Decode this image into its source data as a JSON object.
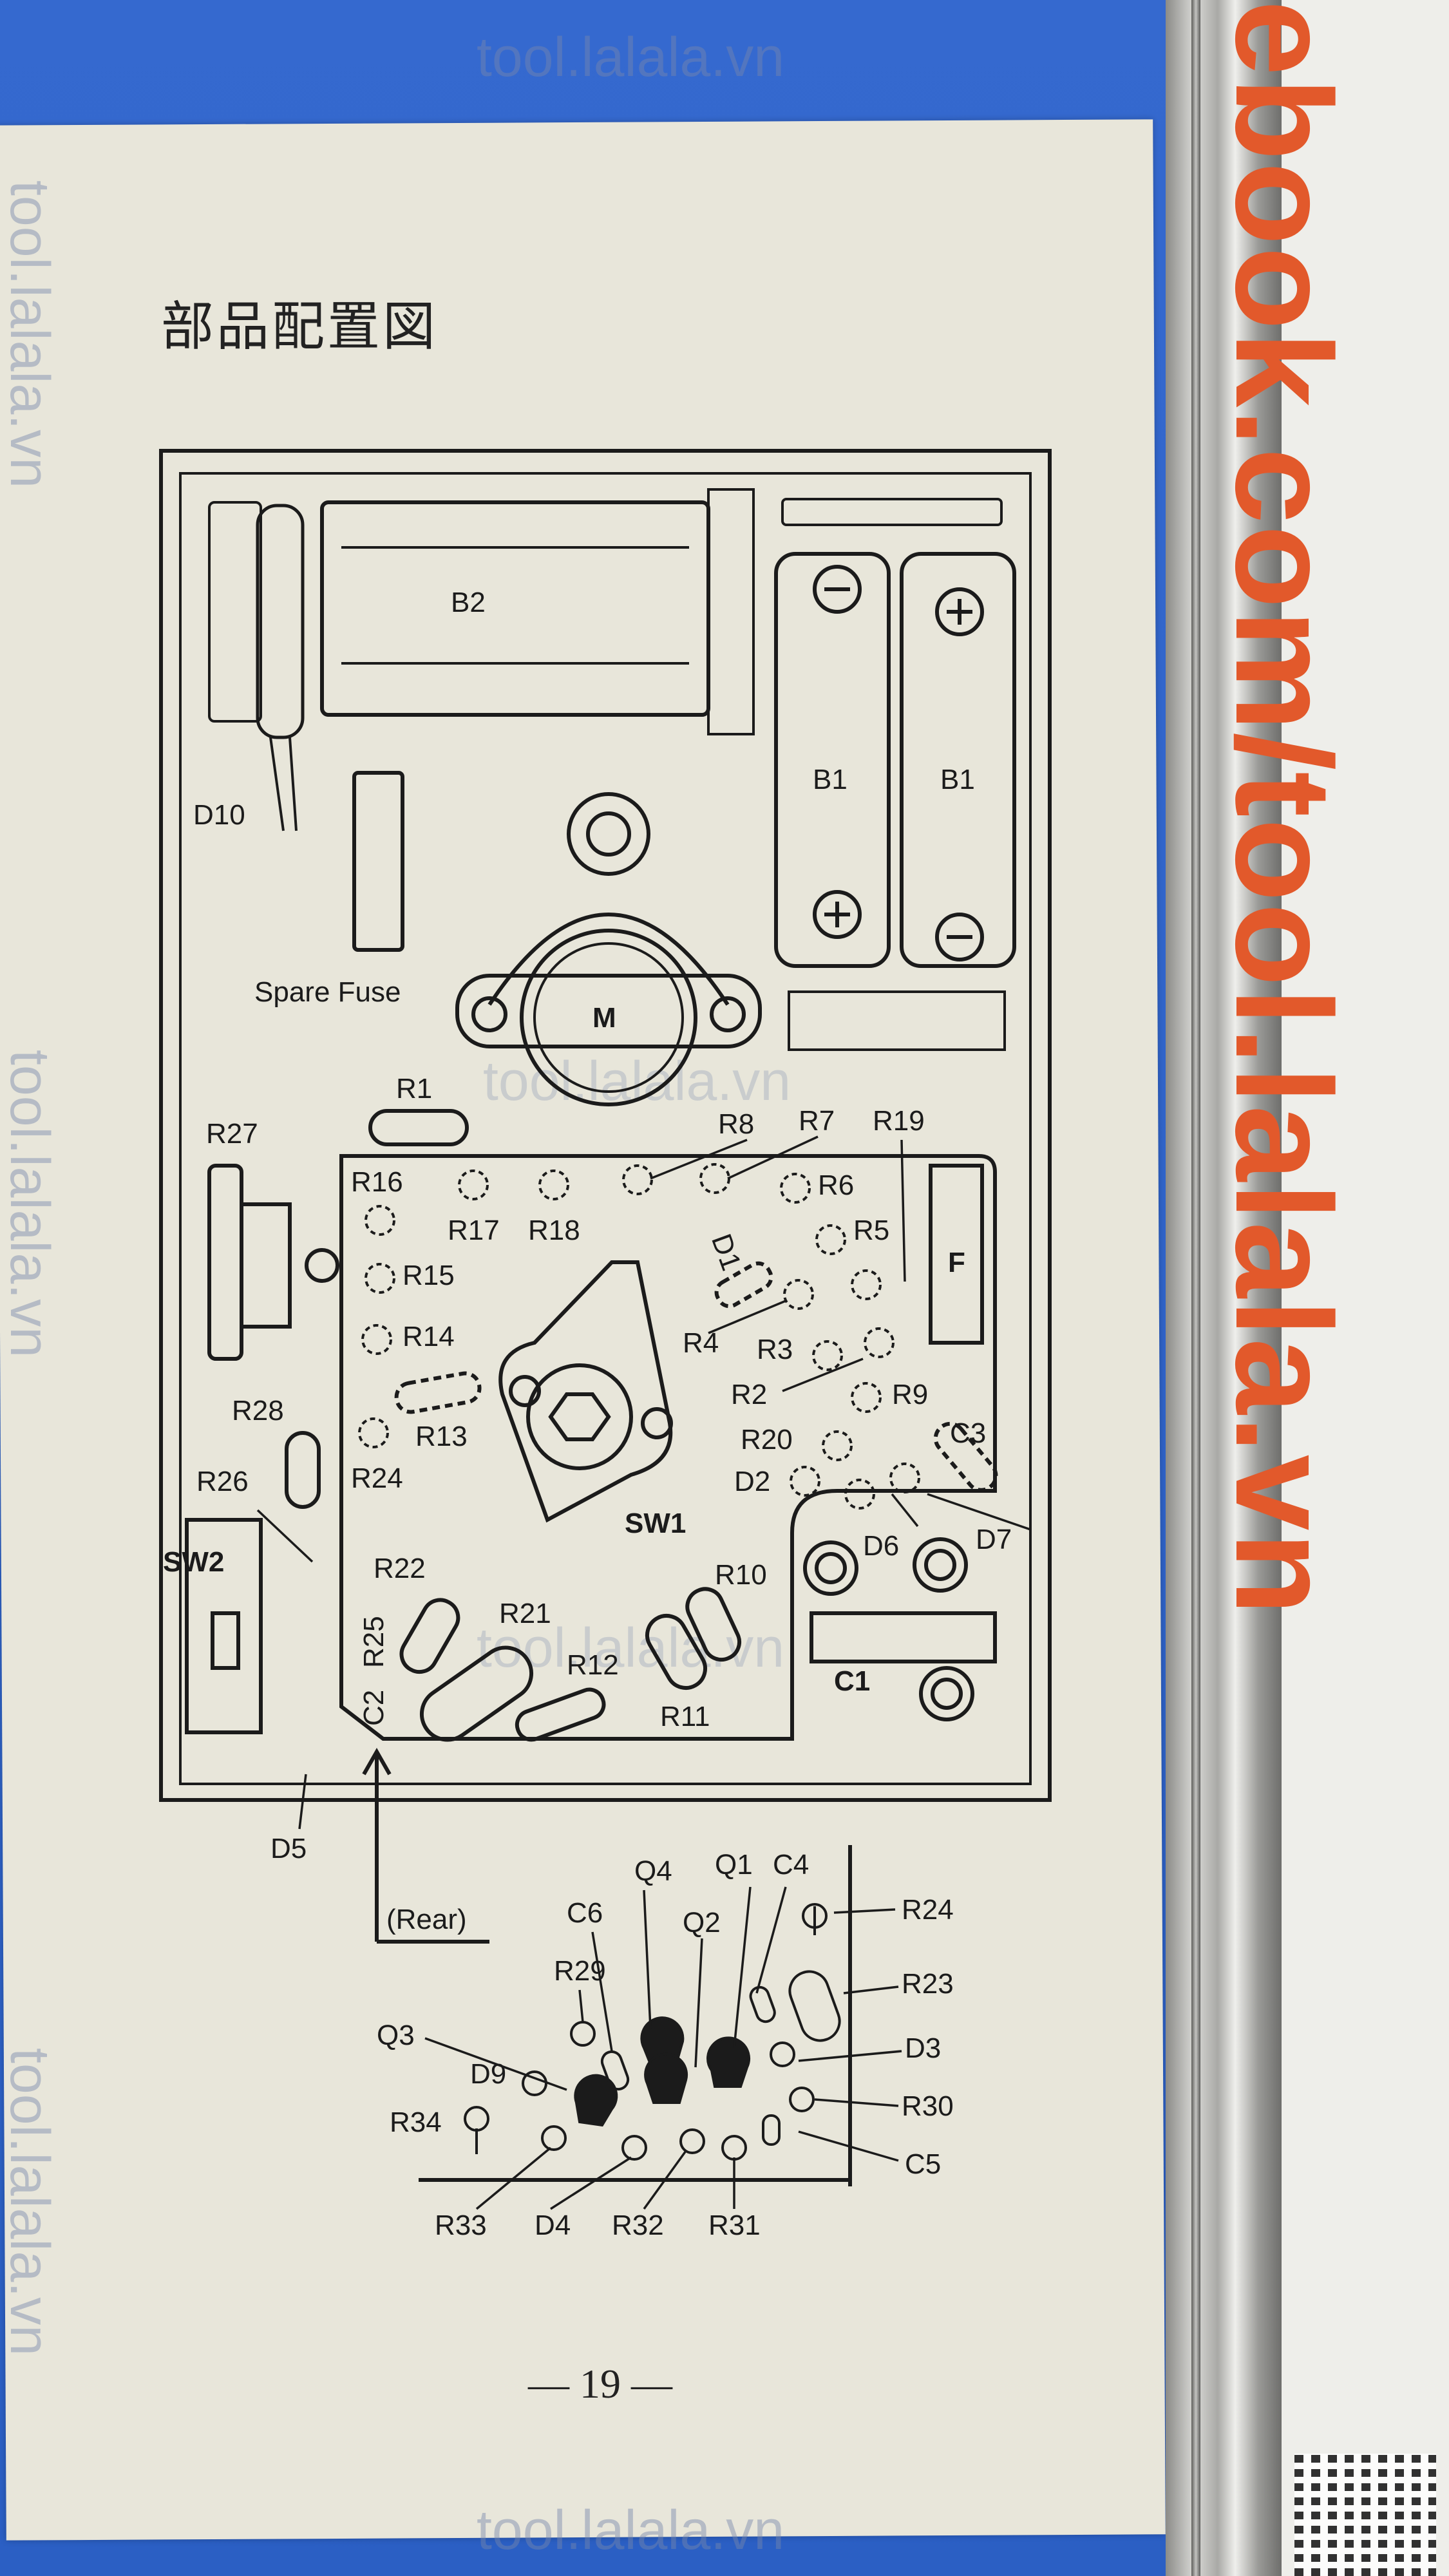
{
  "watermark": "tool.lalala.vn",
  "sidebar_url": "ebook.com/tool.lalala.vn",
  "colors": {
    "background_blue": "#2f64c8",
    "page_paper": "#e8e6da",
    "ink": "#1b1b1b",
    "url_orange": "#e2592b"
  },
  "title": "部品配置図",
  "page_number": "— 19 —",
  "rear_label": "(Rear)",
  "parts": {
    "B2": "B2",
    "B1a": "B1",
    "B1b": "B1",
    "D10": "D10",
    "spare_fuse": "Spare Fuse",
    "M": "M",
    "R1": "R1",
    "R27": "R27",
    "R8": "R8",
    "R7": "R7",
    "R19": "R19",
    "R16": "R16",
    "R17": "R17",
    "R18": "R18",
    "R6": "R6",
    "R5": "R5",
    "D1": "D1",
    "F": "F",
    "R15": "R15",
    "R14": "R14",
    "R4": "R4",
    "R3": "R3",
    "R2": "R2",
    "R9": "R9",
    "R13": "R13",
    "R28": "R28",
    "R20": "R20",
    "C3": "C3",
    "R24": "R24",
    "D2": "D2",
    "R26": "R26",
    "SW1": "SW1",
    "D6": "D6",
    "D7": "D7",
    "SW2": "SW2",
    "R22": "R22",
    "R10": "R10",
    "R25": "R25",
    "R21": "R21",
    "C2": "C2",
    "R12": "R12",
    "C1": "C1",
    "R11": "R11",
    "D5": "D5"
  },
  "rear_parts": {
    "Q4": "Q4",
    "Q1": "Q1",
    "C4": "C4",
    "C6": "C6",
    "Q2": "Q2",
    "R24": "R24",
    "R29": "R29",
    "R23": "R23",
    "Q3": "Q3",
    "D3": "D3",
    "D9": "D9",
    "R30": "R30",
    "R34": "R34",
    "C5": "C5",
    "R33": "R33",
    "D4": "D4",
    "R32": "R32",
    "R31": "R31"
  }
}
